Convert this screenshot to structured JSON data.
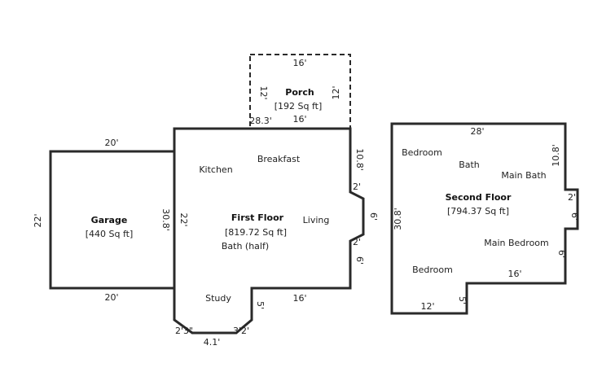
{
  "porch": {
    "title": "Porch",
    "area": "[192 Sq ft]",
    "dim_top": "16'",
    "dim_bottom": "16'",
    "dim_left": "12'",
    "dim_right": "12'"
  },
  "garage": {
    "title": "Garage",
    "area": "[440 Sq ft]",
    "dim_top": "20'",
    "dim_bottom": "20'",
    "dim_left": "22'",
    "dim_right": "22'"
  },
  "first_floor": {
    "title": "First Floor",
    "area": "[819.72 Sq ft]",
    "rooms": {
      "kitchen": "Kitchen",
      "breakfast": "Breakfast",
      "living": "Living",
      "bath_half": "Bath (half)",
      "study": "Study"
    },
    "dims": {
      "left": "30.8'",
      "top_left": "28.3'",
      "right_upper": "10.8'",
      "bump_top": "2'",
      "bump_depth": "6'",
      "bump_bottom": "2'",
      "right_lower": "6'",
      "bottom_right": "16'",
      "notch": "5'",
      "bay_left": "2'3\"",
      "bay_bottom": "4.1'",
      "bay_right": "3'2'"
    }
  },
  "second_floor": {
    "title": "Second Floor",
    "area": "[794.37 Sq ft]",
    "rooms": {
      "bedroom_1": "Bedroom",
      "bath": "Bath",
      "main_bath": "Main Bath",
      "main_bedroom": "Main Bedroom",
      "bedroom_2": "Bedroom"
    },
    "dims": {
      "top": "28'",
      "left": "30.8'",
      "right_upper": "10.8'",
      "bump_top": "2'",
      "bump_depth": "6'",
      "right_lower": "6'",
      "bottom_right": "16'",
      "bottom_left": "12'",
      "notch": "5'"
    }
  }
}
